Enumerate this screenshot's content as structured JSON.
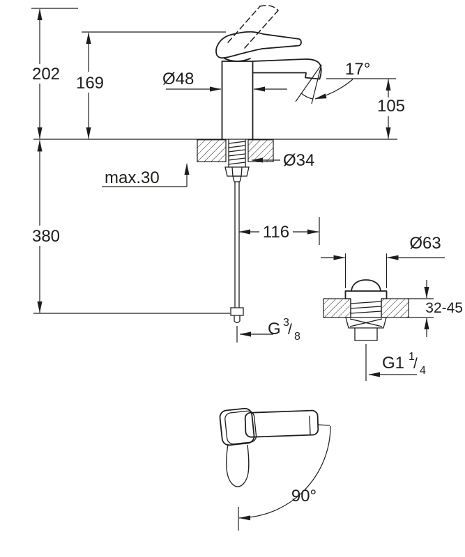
{
  "diagram": {
    "labels": {
      "dim_202": "202",
      "dim_169": "169",
      "dia_48": "Ø48",
      "angle_17": "17°",
      "dim_105": "105",
      "dia_34": "Ø34",
      "max_30": "max.30",
      "dim_380": "380",
      "dim_116": "116",
      "dia_63": "Ø63",
      "range_32_45": "32-45",
      "angle_90": "90°",
      "thread_supply": {
        "prefix": "G",
        "num": "3",
        "slash": "/",
        "den": "8"
      },
      "thread_drain": {
        "prefix": "G1",
        "num": "1",
        "slash": "/",
        "den": "4"
      }
    },
    "line_color": "#1d1d1b"
  }
}
